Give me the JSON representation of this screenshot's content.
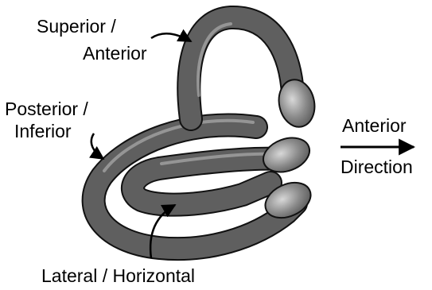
{
  "labels": {
    "superior_line1": "Superior /",
    "superior_line2": "Anterior",
    "posterior_line1": "Posterior /",
    "posterior_line2": "Inferior",
    "lateral": "Lateral / Horizontal",
    "direction_line1": "Anterior",
    "direction_line2": "Direction"
  },
  "colors": {
    "canal_fill": "#5f5f5f",
    "canal_highlight": "#b9b9b9",
    "canal_outline": "#111111",
    "ampulla_fill": "#8a8a8a",
    "text": "#000000",
    "background": "#ffffff"
  }
}
